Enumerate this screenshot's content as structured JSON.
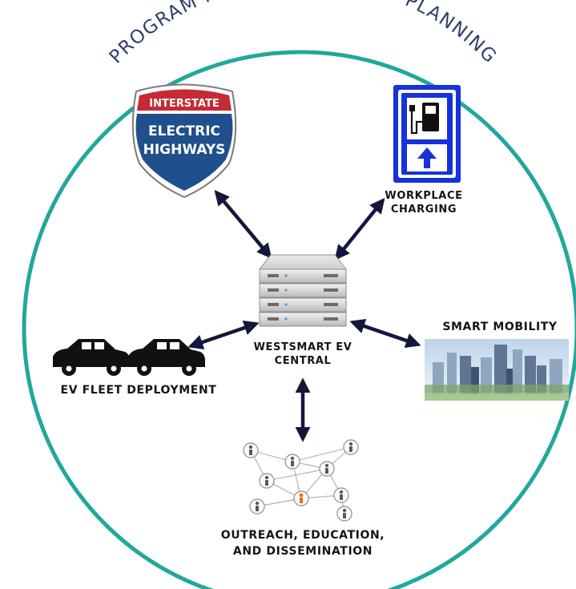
{
  "title": "PROGRAM MANAGEMENT AND PLANNING",
  "center": {
    "line1": "WESTSMART EV",
    "line2": "CENTRAL",
    "icon": "server-stack-icon"
  },
  "highway_sign": {
    "top_text": "INTERSTATE",
    "line1": "ELECTRIC",
    "line2": "HIGHWAYS",
    "icon": "interstate-shield-icon"
  },
  "workplace": {
    "line1": "WORKPLACE",
    "line2": "CHARGING",
    "icon": "ev-charging-sign-icon"
  },
  "smart_mobility": {
    "label": "SMART MOBILITY",
    "icon": "city-skyline-icon"
  },
  "fleet": {
    "label": "EV FLEET DEPLOYMENT",
    "icon": "cars-icon"
  },
  "outreach": {
    "line1": "OUTREACH, EDUCATION,",
    "line2": "AND DISSEMINATION",
    "icon": "people-network-icon"
  },
  "colors": {
    "ring": "#21a89a",
    "title": "#2f3e6e",
    "arrow": "#14163d",
    "shield_red": "#c62a34",
    "shield_blue": "#1f4f8c",
    "sign_blue": "#1632d8",
    "highlight": "#ee6a1c"
  }
}
